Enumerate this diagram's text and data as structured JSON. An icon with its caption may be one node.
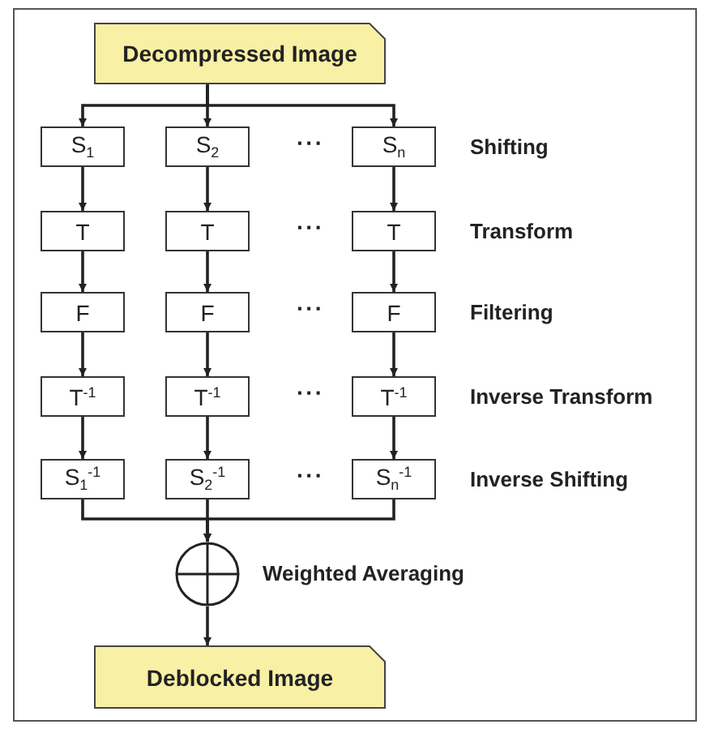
{
  "diagram": {
    "nodes": [
      {
        "text": [
          "Decompressed Image"
        ]
      },
      {
        "text": [
          "S$_{1}$"
        ]
      },
      {
        "text": [
          "S$_{2}$"
        ]
      },
      {
        "text": [
          "S$_{n}$"
        ]
      },
      {
        "text": [
          "T"
        ]
      },
      {
        "text": [
          "T"
        ]
      },
      {
        "text": [
          "T"
        ]
      },
      {
        "text": [
          "F"
        ]
      },
      {
        "text": [
          "F"
        ]
      },
      {
        "text": [
          "F"
        ]
      },
      {
        "text": [
          "T$^{-1}$"
        ]
      },
      {
        "text": [
          "T$^{-1}$"
        ]
      },
      {
        "text": [
          "T$^{-1}$"
        ]
      },
      {
        "text": [
          "S$_{1}$$^{-1}$"
        ]
      },
      {
        "text": [
          "S$_{2}$$^{-1}$"
        ]
      },
      {
        "text": [
          "S$_{n}$$^{-1}$"
        ]
      },
      {
        "text": [],
        "shape": "circle",
        "beside": [
          "Weighted Averaging"
        ]
      },
      {
        "text": [
          "Deblocked Image"
        ]
      }
    ],
    "edges": [
      {
        "from": 0,
        "to": 1,
        "arrow": "to"
      },
      {
        "from": 0,
        "to": 2,
        "arrow": "to"
      },
      {
        "from": 0,
        "to": 3,
        "arrow": "to"
      },
      {
        "from": 1,
        "to": 4,
        "arrow": "to"
      },
      {
        "from": 2,
        "to": 5,
        "arrow": "to"
      },
      {
        "from": 3,
        "to": 6,
        "arrow": "to"
      },
      {
        "from": 4,
        "to": 7,
        "arrow": "to"
      },
      {
        "from": 5,
        "to": 8,
        "arrow": "to"
      },
      {
        "from": 6,
        "to": 9,
        "arrow": "to"
      },
      {
        "from": 7,
        "to": 10,
        "arrow": "to"
      },
      {
        "from": 8,
        "to": 11,
        "arrow": "to"
      },
      {
        "from": 9,
        "to": 12,
        "arrow": "to"
      },
      {
        "from": 10,
        "to": 13,
        "arrow": "to"
      },
      {
        "from": 11,
        "to": 14,
        "arrow": "to"
      },
      {
        "from": 12,
        "to": 15,
        "arrow": "to"
      },
      {
        "from": 13,
        "to": 16,
        "arrow": "to"
      },
      {
        "from": 14,
        "to": 16,
        "arrow": "to"
      },
      {
        "from": 15,
        "to": 16,
        "arrow": "to"
      },
      {
        "from": 16,
        "to": 17,
        "arrow": "to"
      }
    ],
    "labels": [
      "···",
      "Shifting",
      "···",
      "Transform",
      "···",
      "Filtering",
      "···",
      "Inverse Transform",
      "···",
      "Inverse Shifting"
    ]
  }
}
